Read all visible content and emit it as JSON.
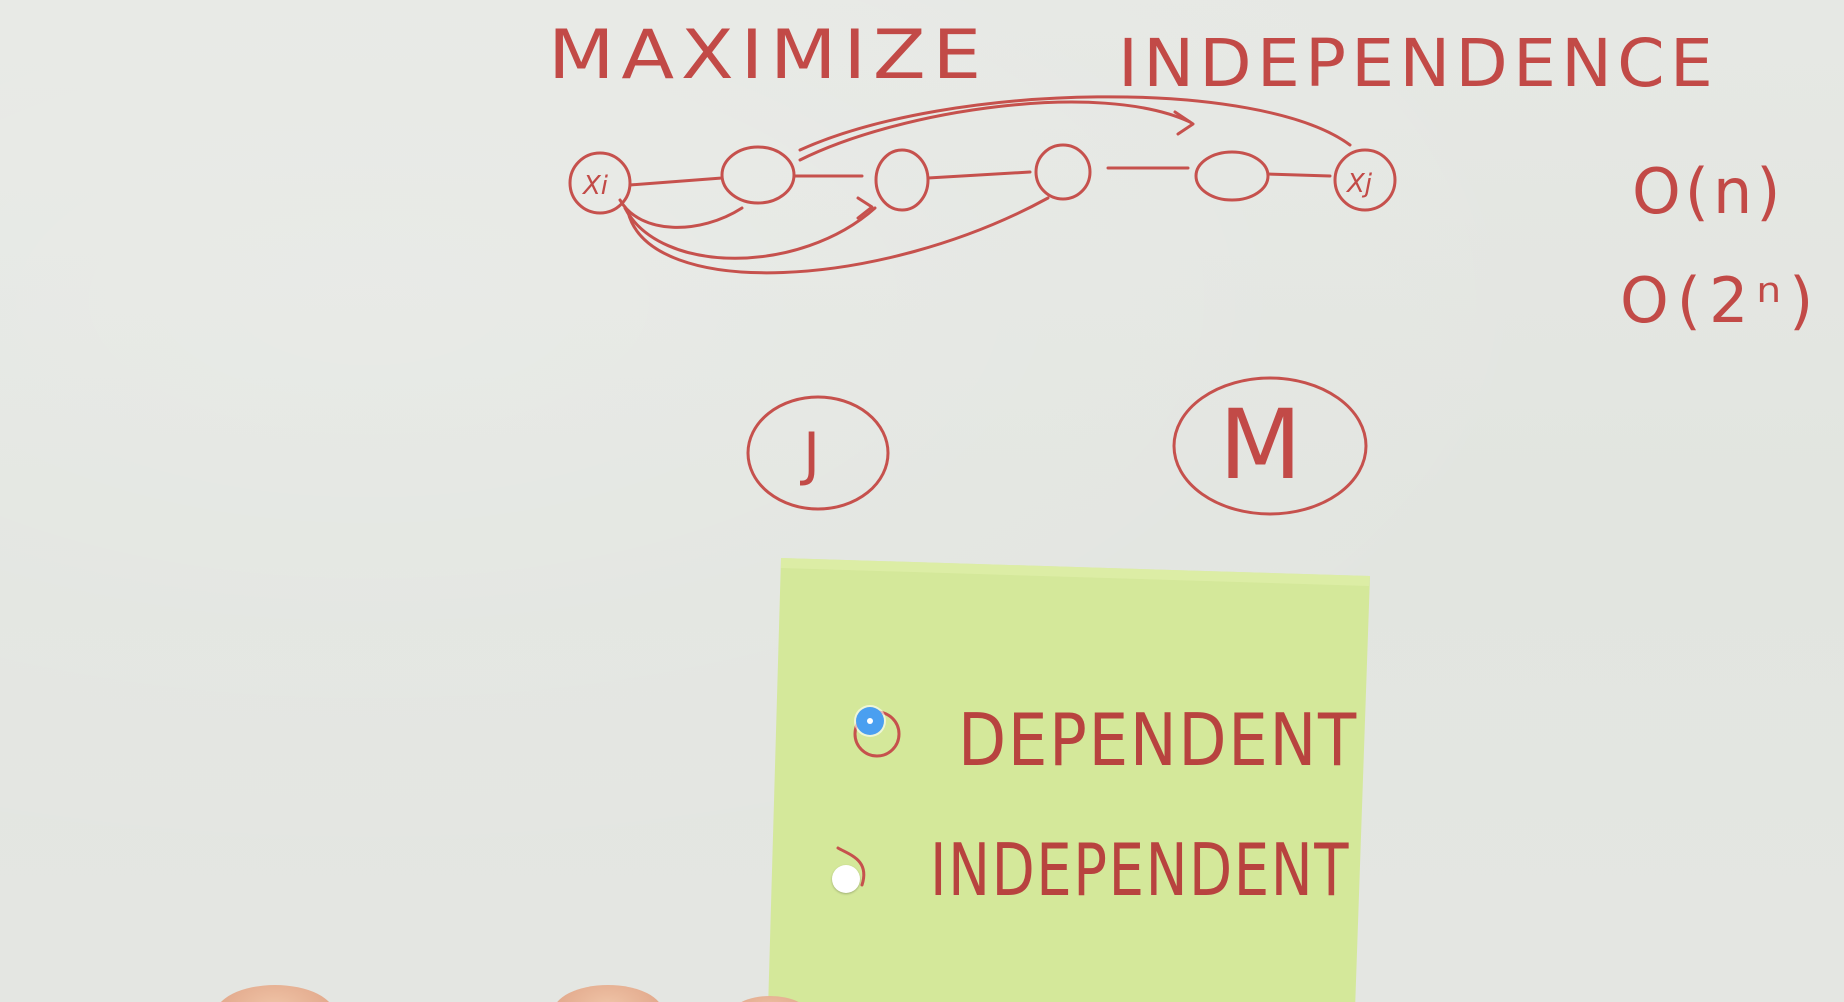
{
  "board": {
    "title_word1": "MAXIMIZE",
    "title_word2": "INDEPENDENCE",
    "node_start": "Xi",
    "node_end": "Xj",
    "complexity_linear": "O(n)",
    "complexity_exponential": "O(2ⁿ)",
    "circle_j": "J",
    "circle_m": "M"
  },
  "quiz": {
    "options": [
      {
        "label": "DEPENDENT",
        "selected": true
      },
      {
        "label": "INDEPENDENT",
        "selected": false
      }
    ]
  },
  "colors": {
    "ink": "#c6514d",
    "sticky_note": "#d4e89a",
    "radio_selected": "#4a9ff0",
    "radio_unselected": "#ffffff"
  }
}
